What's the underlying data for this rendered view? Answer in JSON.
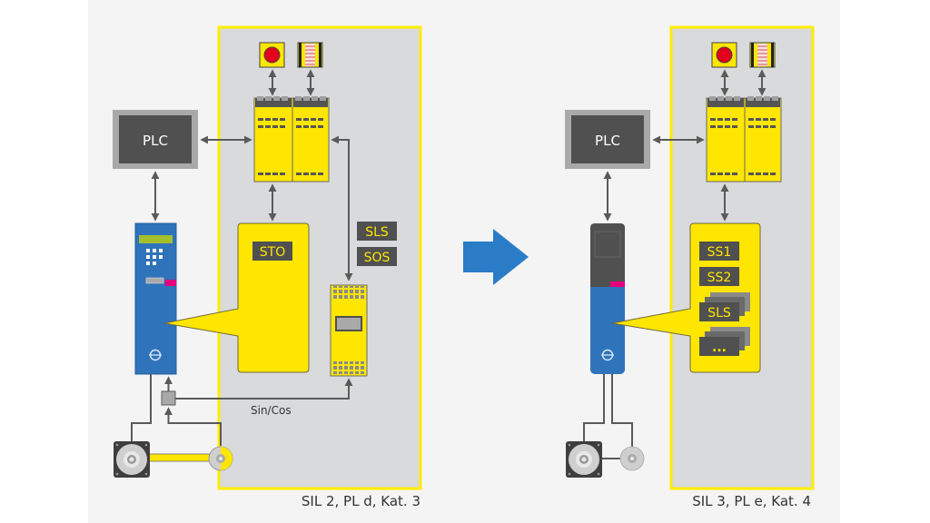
{
  "colors": {
    "page_bg": "#ffffff",
    "canvas_bg": "#f4f4f4",
    "zone_bg": "#d9dadb",
    "zone_border": "#ffec00",
    "safety_yellow": "#ffe600",
    "dark_gray": "#505050",
    "line_gray": "#5a5a5a",
    "drive_blue": "#2f73ba",
    "drive_display_green": "#a3bf2c",
    "port_magenta": "#e5007d",
    "arrow_blue": "#2b7cc7",
    "estop_red": "#e2001a",
    "label_text": "#ffe600"
  },
  "left": {
    "plc_label": "PLC",
    "drive_function": "STO",
    "module_functions": [
      "SLS",
      "SOS"
    ],
    "encoder_signal_label": "Sin/Cos",
    "rating": "SIL 2, PL d, Kat. 3"
  },
  "right": {
    "plc_label": "PLC",
    "drive_functions": [
      "SS1",
      "SS2",
      "SLS",
      "..."
    ],
    "rating": "SIL 3, PL e, Kat. 4"
  },
  "icons": {
    "transition": "right-arrow-icon",
    "estop": "emergency-stop-icon",
    "light_curtain": "light-curtain-icon",
    "safety_relay": "safety-relay-icon",
    "motor": "motor-icon",
    "encoder": "encoder-icon",
    "drive_logo": "drive-logo-icon"
  }
}
